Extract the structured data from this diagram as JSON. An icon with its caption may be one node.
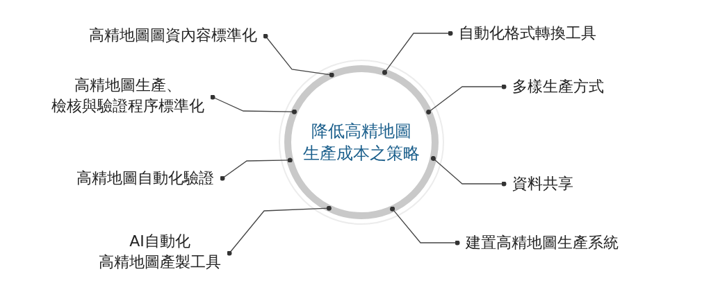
{
  "diagram": {
    "nodes": [
      {
        "text": [
          "降低高精地圖生產成本之策略"
        ]
      },
      {
        "text": [
          "高精地圖圖資內容標準化"
        ]
      },
      {
        "text": [
          "高精地圖生產、檢核與驗證程序標準化"
        ]
      },
      {
        "text": [
          "高精地圖自動化驗證"
        ]
      },
      {
        "text": [
          "AI自動化高精地圖產製工具"
        ]
      },
      {
        "text": [
          "自動化格式轉換工具"
        ]
      },
      {
        "text": [
          "多樣生產方式"
        ]
      },
      {
        "text": [
          "資料共享"
        ]
      },
      {
        "text": [
          "建置高精地圖生產系統"
        ]
      }
    ],
    "edges": [
      {
        "from": 1,
        "to": 0,
        "arrow": "other"
      },
      {
        "from": 2,
        "to": 0,
        "arrow": "other"
      },
      {
        "from": 3,
        "to": 0,
        "arrow": "other"
      },
      {
        "from": 4,
        "to": 0,
        "arrow": "other"
      },
      {
        "from": 5,
        "to": 0,
        "arrow": "other"
      },
      {
        "from": 6,
        "to": 0,
        "arrow": "other"
      },
      {
        "from": 7,
        "to": 0,
        "arrow": "other"
      },
      {
        "from": 8,
        "to": 0,
        "arrow": "other"
      }
    ]
  }
}
